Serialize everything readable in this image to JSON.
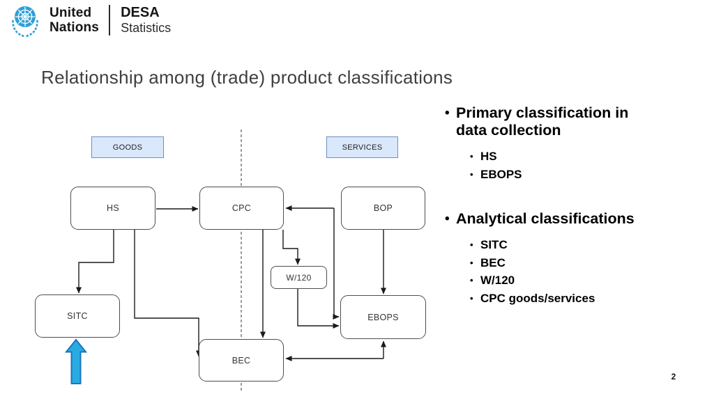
{
  "logo": {
    "org_line1": "United",
    "org_line2": "Nations",
    "dept": "DESA",
    "dept_sub": "Statistics"
  },
  "title": "Relationship among (trade) product classifications",
  "page_number": "2",
  "diagram": {
    "category_labels": {
      "goods": "GOODS",
      "services": "SERVICES"
    },
    "nodes": {
      "hs": "HS",
      "cpc": "CPC",
      "bop": "BOP",
      "w120": "W/120",
      "sitc": "SITC",
      "ebops": "EBOPS",
      "bec": "BEC"
    },
    "icons": {
      "highlight": "blue-up-arrow-icon",
      "divider": "dashed-goods-services-divider"
    }
  },
  "bullets": [
    {
      "label": "Primary classification in data collection",
      "items": [
        "HS",
        "EBOPS"
      ]
    },
    {
      "label": "Analytical classifications",
      "items": [
        "SITC",
        "BEC",
        "W/120",
        "CPC goods/services"
      ]
    }
  ],
  "colors": {
    "category_fill": "#dae8fc",
    "category_border": "#6c8ebf",
    "node_border": "#4d4d4d",
    "connector": "#1a1a1a",
    "highlight_arrow_fill": "#29abe2",
    "highlight_arrow_border": "#1b75bc",
    "un_blue": "#2f9fd8",
    "title_text": "#3f3f3f"
  }
}
